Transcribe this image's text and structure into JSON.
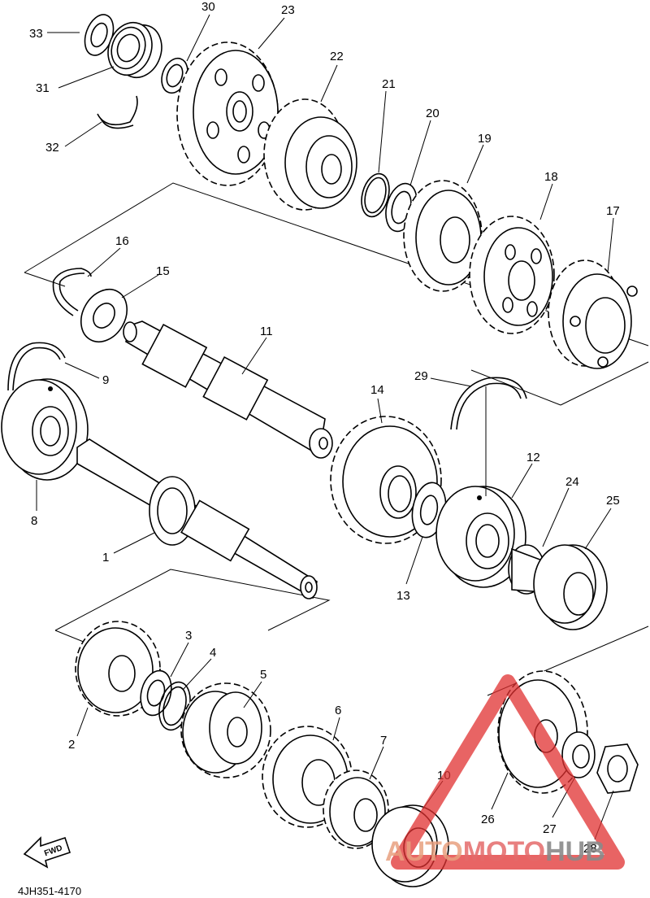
{
  "diagram": {
    "part_numbers": [
      "1",
      "2",
      "3",
      "4",
      "5",
      "6",
      "7",
      "8",
      "9",
      "10",
      "11",
      "12",
      "13",
      "14",
      "15",
      "16",
      "17",
      "18",
      "19",
      "20",
      "21",
      "22",
      "23",
      "24",
      "25",
      "26",
      "27",
      "28",
      "29",
      "30",
      "31",
      "32",
      "33"
    ],
    "figure_code": "4JH351-4170",
    "direction_label": "FWD"
  },
  "watermark": {
    "part1": "AUTO",
    "part2": "MOTO",
    "part3": "HUB",
    "triangle_color": "#e03030",
    "text_colors": [
      "#e8a080",
      "#e46a6a",
      "#8a8a8a"
    ]
  }
}
